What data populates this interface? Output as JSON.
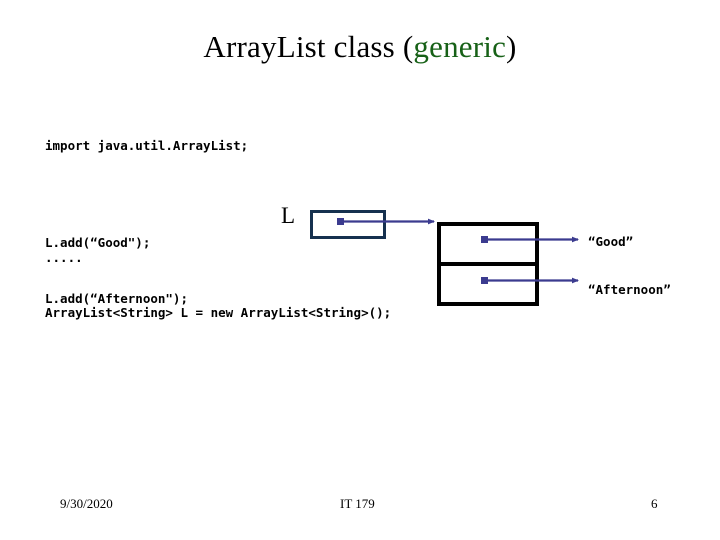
{
  "slide": {
    "title_main": "ArrayList class ",
    "title_paren_open": "(",
    "title_generic": "generic",
    "title_paren_close": ")"
  },
  "code": {
    "block1": [
      "import java.util.ArrayList;",
      "",
      ".....",
      "ArrayList<String> L = new ArrayList<String>();"
    ],
    "block2": [
      "L.add(“Good\");",
      "L.add(“Afternoon\");"
    ]
  },
  "diagram": {
    "variable_label": "L",
    "reference_box_name": "L reference box",
    "array_cells": [
      {
        "value_label": "“Good”"
      },
      {
        "value_label": "“Afternoon”"
      }
    ],
    "colors": {
      "ref_box_border": "#16314f",
      "array_box_border": "#000000",
      "arrow": "#3b3b8f",
      "title_green": "#176117"
    }
  },
  "footer": {
    "date": "9/30/2020",
    "course": "IT 179",
    "page_number": "6"
  }
}
